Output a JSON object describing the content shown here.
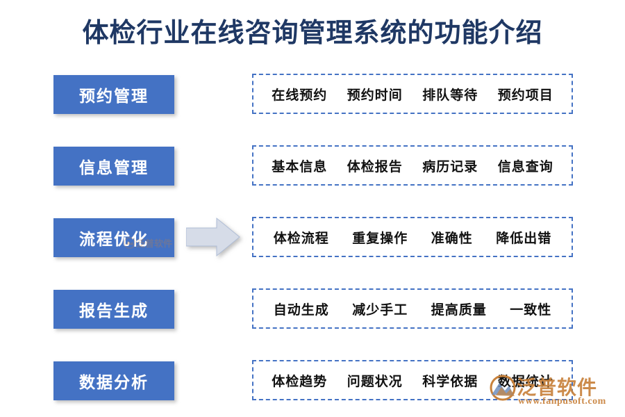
{
  "slide": {
    "title": "体检行业在线咨询管理系统的功能介绍",
    "background_color": "#FFFFFF",
    "accent_color": "#4472C4",
    "title_color": "#1F3864",
    "arrow_color": "#D6DCE8"
  },
  "rows": [
    {
      "label": "预约管理",
      "items": [
        "在线预约",
        "预约时间",
        "排队等待",
        "预约项目"
      ]
    },
    {
      "label": "信息管理",
      "items": [
        "基本信息",
        "体检报告",
        "病历记录",
        "信息查询"
      ]
    },
    {
      "label": "流程优化",
      "items": [
        "体检流程",
        "重复操作",
        "准确性",
        "降低出错"
      ]
    },
    {
      "label": "报告生成",
      "items": [
        "自动生成",
        "减少手工",
        "提高质量",
        "一致性"
      ]
    },
    {
      "label": "数据分析",
      "items": [
        "体检趋势",
        "问题状况",
        "科学依据",
        "数据统计"
      ]
    }
  ],
  "watermark": {
    "brand": "泛普软件",
    "url": "www.fanpusoft.com",
    "color": "#C8823C"
  }
}
